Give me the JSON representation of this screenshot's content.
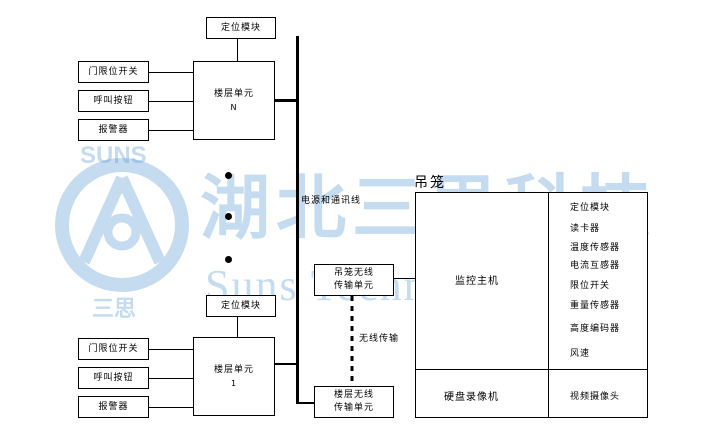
{
  "watermark": {
    "company": "湖北三思科技",
    "english": "Suns Technology",
    "logo_text": "SUNS",
    "logo_cn": "三思"
  },
  "floor_n": {
    "positioning": "定位模块",
    "door_limit": "门限位开关",
    "call_button": "呼叫按钮",
    "alarm": "报警器",
    "unit_title": "楼层单元",
    "unit_index": "N"
  },
  "floor_1": {
    "positioning": "定位模块",
    "door_limit": "门限位开关",
    "call_button": "呼叫按钮",
    "alarm": "报警器",
    "unit_title": "楼层单元",
    "unit_index": "1"
  },
  "bus_label": "电源和通讯线",
  "wireless_label": "无线传输",
  "cage_wireless": {
    "line1": "吊笼无线",
    "line2": "传输单元"
  },
  "floor_wireless": {
    "line1": "楼层无线",
    "line2": "传输单元"
  },
  "cage": {
    "title": "吊笼",
    "monitor": "监控主机",
    "hdd_recorder": "硬盘录像机",
    "camera": "视频摄像头",
    "sensors": [
      "定位模块",
      "读卡器",
      "温度传感器",
      "电流互感器",
      "限位开关",
      "重量传感器",
      "高度编码器",
      "风速"
    ]
  }
}
